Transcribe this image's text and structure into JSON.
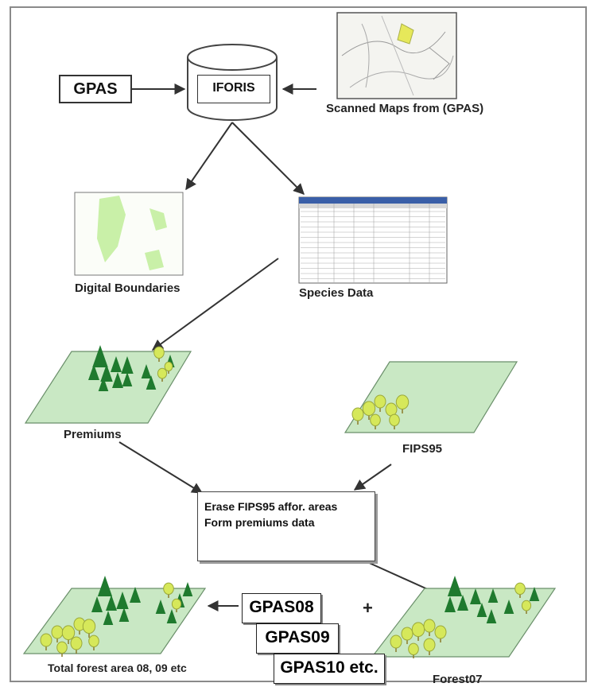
{
  "nodes": {
    "gpas": "GPAS",
    "iforis": "IFORIS",
    "scanned_maps": "Scanned Maps from (GPAS)",
    "digital_boundaries": "Digital Boundaries",
    "species_data": "Species Data",
    "premiums": "Premiums",
    "fips95": "FIPS95",
    "process_line1": "Erase FIPS95 affor. areas",
    "process_line2": "Form premiums data",
    "gpas08": "GPAS08",
    "gpas09": "GPAS09",
    "gpas10": "GPAS10 etc.",
    "plus": "+",
    "total_forest": "Total forest  area 08, 09 etc",
    "forest07": "Forest07"
  },
  "colors": {
    "plane_fill": "#c9e8c4",
    "plane_stroke": "#6a8f6a",
    "conifer": "#1f7a2e",
    "deciduous": "#d6e85a",
    "arrow": "#333333"
  }
}
